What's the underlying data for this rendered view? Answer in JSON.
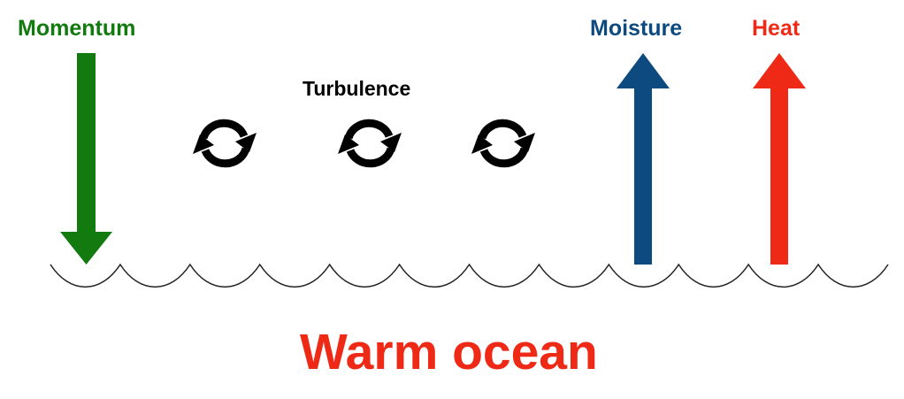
{
  "labels": {
    "momentum": "Momentum",
    "moisture": "Moisture",
    "heat": "Heat",
    "turbulence": "Turbulence",
    "ocean": "Warm ocean"
  },
  "colors": {
    "momentum": "#137a10",
    "moisture": "#0d4a80",
    "heat": "#ee2a16",
    "turbulence": "#000000",
    "ocean_text": "#ee2a16",
    "wave_line": "#222222"
  },
  "arrows": {
    "momentum_direction": "down",
    "moisture_direction": "up",
    "heat_direction": "up"
  },
  "icons": {
    "turbulence": "circular-arrows-icon"
  }
}
